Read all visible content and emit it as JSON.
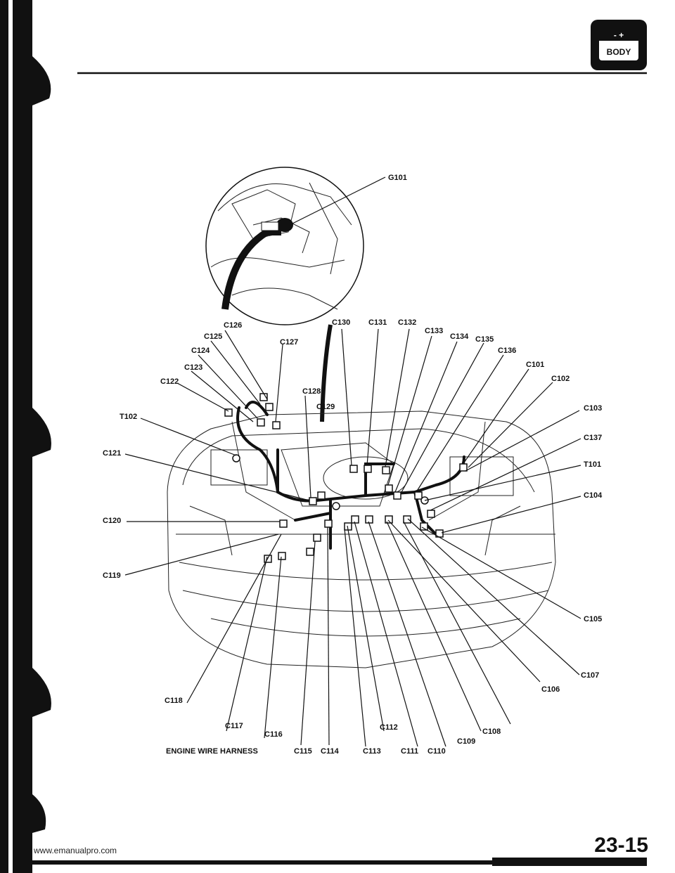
{
  "header": {
    "badge_text": "BODY",
    "badge_symbols": "- +"
  },
  "diagram": {
    "ground_label": "G101",
    "connectors": [
      "C101",
      "C102",
      "C103",
      "C104",
      "C105",
      "C106",
      "C107",
      "C108",
      "C109",
      "C110",
      "C111",
      "C112",
      "C113",
      "C114",
      "C115",
      "C116",
      "C117",
      "C118",
      "C119",
      "C120",
      "C121",
      "C122",
      "C123",
      "C124",
      "C125",
      "C126",
      "C127",
      "C128",
      "C129",
      "C130",
      "C131",
      "C132",
      "C133",
      "C134",
      "C135",
      "C136",
      "C137"
    ],
    "terminals": [
      "T101",
      "T102"
    ],
    "harness_caption": "ENGINE WIRE HARNESS"
  },
  "footer": {
    "page_number": "23-15",
    "watermark": "www.emanualpro.com"
  }
}
